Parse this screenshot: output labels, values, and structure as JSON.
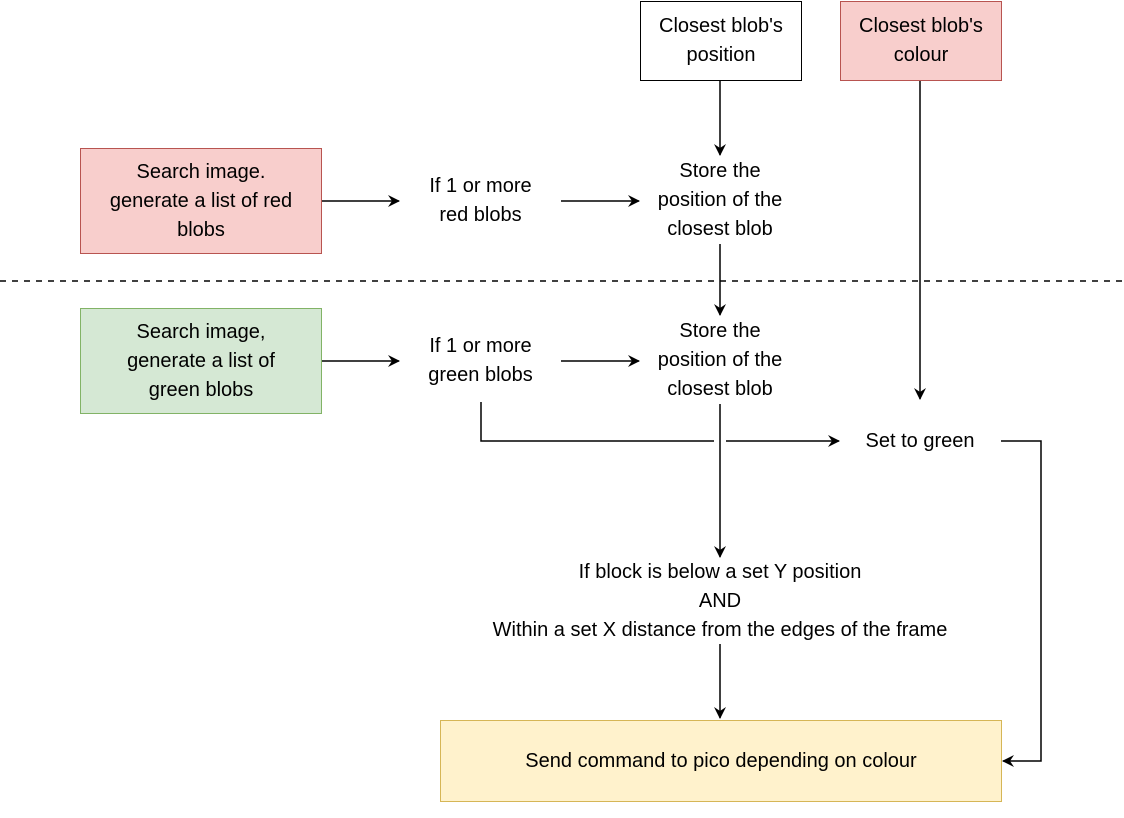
{
  "colors": {
    "red_fill": "#f8cecc",
    "red_stroke": "#b85450",
    "green_fill": "#d5e8d4",
    "green_stroke": "#82b366",
    "yellow_fill": "#fff2cc",
    "yellow_stroke": "#d6b656",
    "line": "#000000"
  },
  "nodes": {
    "closest_position": [
      "Closest blob's",
      "position"
    ],
    "closest_colour": [
      "Closest blob's",
      "colour"
    ],
    "search_red": [
      "Search image.",
      "generate a list of red",
      "blobs"
    ],
    "if_red": [
      "If 1 or more",
      "red blobs"
    ],
    "store_red": [
      "Store the",
      "position of the",
      "closest blob"
    ],
    "search_green": [
      "Search image,",
      "generate a list of",
      "green blobs"
    ],
    "if_green": [
      "If 1 or more",
      "green blobs"
    ],
    "store_green": [
      "Store the",
      "position of the",
      "closest blob"
    ],
    "set_green": [
      "Set to green"
    ],
    "condition": [
      "If block is below a set Y position",
      "AND",
      "Within a set X distance from the edges of the frame"
    ],
    "send_command": [
      "Send command to pico depending on colour"
    ]
  },
  "edges": [
    {
      "from": "search_red",
      "to": "if_red"
    },
    {
      "from": "if_red",
      "to": "store_red"
    },
    {
      "from": "closest_position",
      "to": "store_red"
    },
    {
      "from": "store_red",
      "to": "store_green"
    },
    {
      "from": "search_green",
      "to": "if_green"
    },
    {
      "from": "if_green",
      "to": "store_green"
    },
    {
      "from": "if_green",
      "to": "set_green"
    },
    {
      "from": "closest_colour",
      "to": "set_green"
    },
    {
      "from": "store_green",
      "to": "condition"
    },
    {
      "from": "condition",
      "to": "send_command"
    },
    {
      "from": "set_green",
      "to": "send_command"
    }
  ],
  "separator": {
    "style": "dashed"
  }
}
